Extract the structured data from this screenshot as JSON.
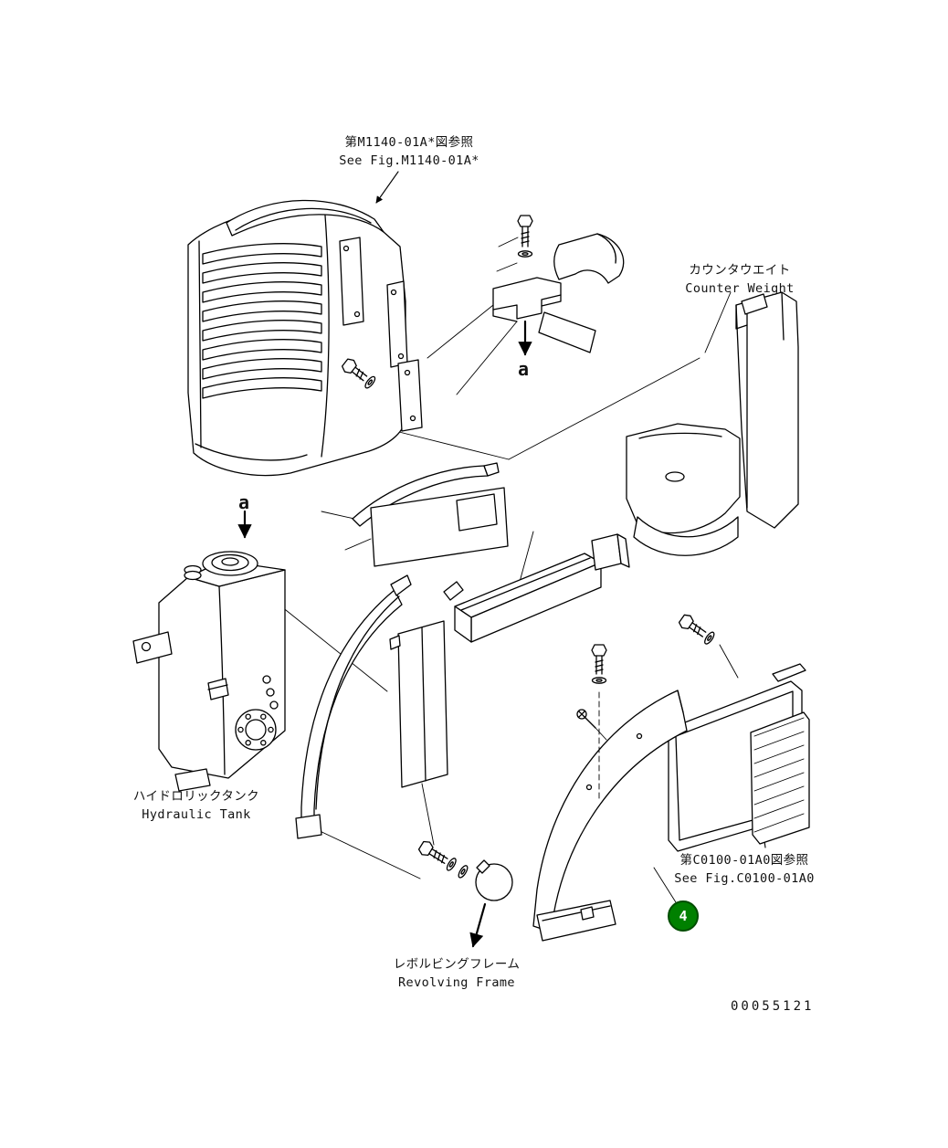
{
  "page": {
    "background": "#ffffff",
    "doc_number": "00055121"
  },
  "labels": {
    "fig_ref_top": {
      "jp": "第M1140-01A*図参照",
      "en": "See Fig.M1140-01A*"
    },
    "counter_weight": {
      "jp": "カウンタウエイト",
      "en": "Counter Weight"
    },
    "hydraulic_tank": {
      "jp": "ハイドロリックタンク",
      "en": "Hydraulic Tank"
    },
    "revolving_frame": {
      "jp": "レボルビングフレーム",
      "en": "Revolving Frame"
    },
    "fig_ref_bottom": {
      "jp": "第C0100-01A0図参照",
      "en": "See Fig.C0100-01A0"
    },
    "section_a_top": "a",
    "section_a_side": "a"
  },
  "callouts": [
    {
      "number": "4",
      "color": "#008000"
    }
  ],
  "colors": {
    "line": "#000000",
    "callout_green": "#008000"
  }
}
